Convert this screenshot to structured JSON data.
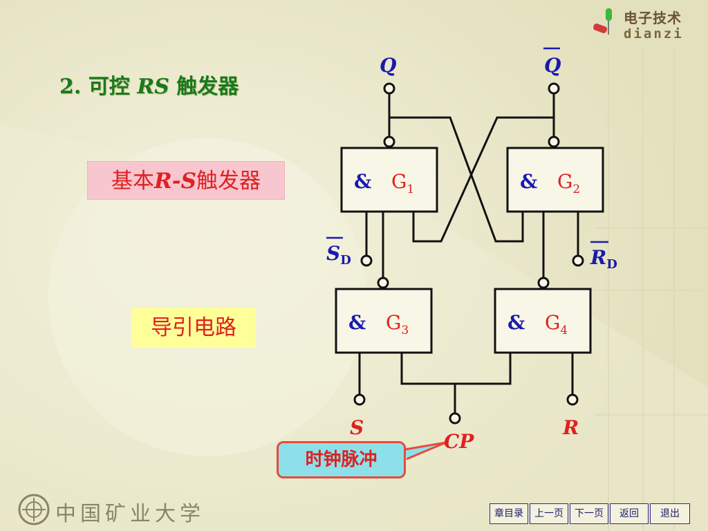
{
  "logo": {
    "cn": "电子技术",
    "en": "dianzi"
  },
  "title": {
    "prefix": "2.  可控 ",
    "italic": "RS",
    "suffix": " 触发器"
  },
  "labels": {
    "basic": {
      "pre": "基本",
      "italic": "R-S",
      "post": "触发器"
    },
    "guide": "导引电路",
    "clock": "时钟脉冲"
  },
  "circuit": {
    "gates": [
      {
        "symbol": "&",
        "name": "G",
        "sub": "1"
      },
      {
        "symbol": "&",
        "name": "G",
        "sub": "2"
      },
      {
        "symbol": "&",
        "name": "G",
        "sub": "3"
      },
      {
        "symbol": "&",
        "name": "G",
        "sub": "4"
      }
    ],
    "terminals": {
      "q": "Q",
      "qbar": "Q",
      "sd": "S",
      "sd_sub": "D",
      "rd": "R",
      "rd_sub": "D",
      "s": "S",
      "r": "R",
      "cp": "CP"
    },
    "colors": {
      "wire": "#111111",
      "terminal_blue": "#1a1ab0",
      "terminal_red": "#e02020",
      "gate_name": "#e02020",
      "gate_symbol": "#1a1ab0"
    }
  },
  "school": "中国矿业大学",
  "nav": [
    "章目录",
    "上一页",
    "下一页",
    "返回",
    "退出"
  ]
}
